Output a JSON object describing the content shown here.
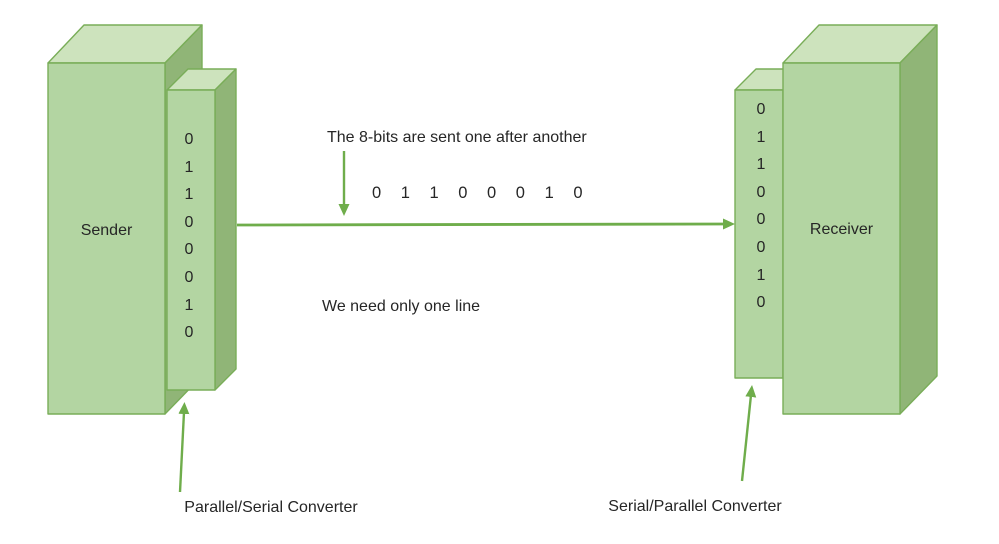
{
  "colors": {
    "box_front": "#b3d5a2",
    "box_top": "#cde3bd",
    "box_side": "#90b577",
    "outline": "#79ad58",
    "arrow": "#6fad4b",
    "text": "#262626"
  },
  "sender": {
    "label": "Sender",
    "bits": [
      "0",
      "1",
      "1",
      "0",
      "0",
      "0",
      "1",
      "0"
    ]
  },
  "receiver": {
    "label": "Receiver",
    "bits": [
      "0",
      "1",
      "1",
      "0",
      "0",
      "0",
      "1",
      "0"
    ]
  },
  "annotations": {
    "top_caption": "The 8-bits are sent one after another",
    "serial_bits": "0 1 1 0 0 0 1 0",
    "middle_caption": "We need only one line",
    "left_converter_label": "Parallel/Serial Converter",
    "right_converter_label": "Serial/Parallel Converter"
  }
}
